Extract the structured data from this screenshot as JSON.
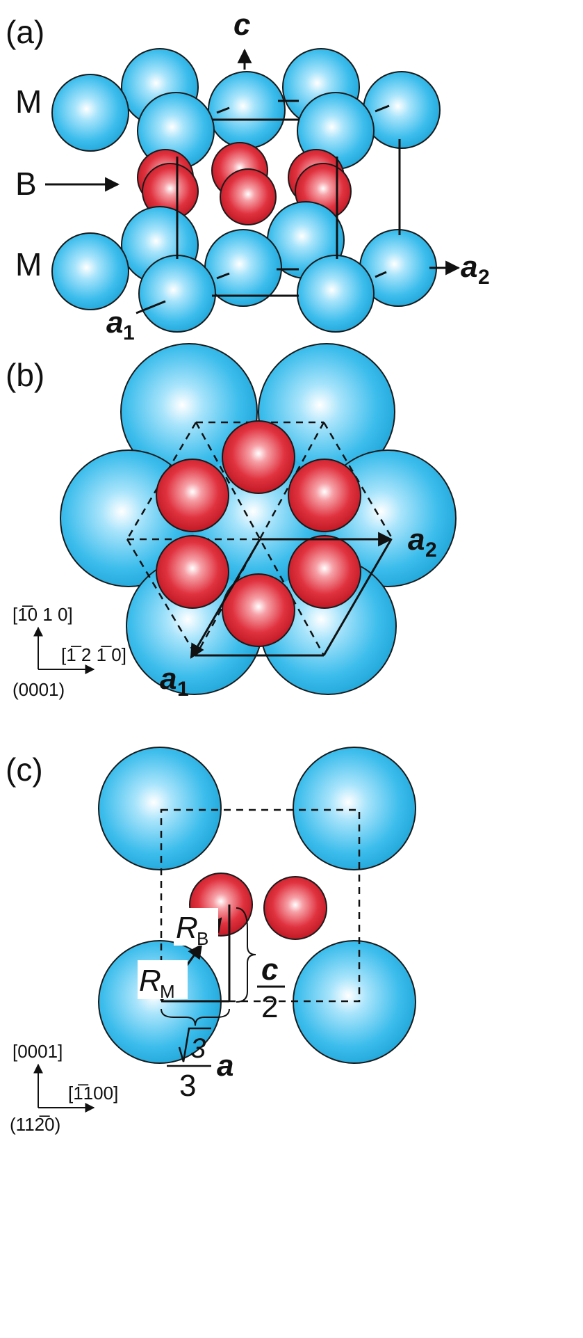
{
  "panels": {
    "a": {
      "label": "(a)",
      "layer_M_top": "M",
      "layer_B": "B",
      "layer_M_bottom": "M",
      "axis_c": "c",
      "axis_a1": "a",
      "axis_a1_sub": "1",
      "axis_a2": "a",
      "axis_a2_sub": "2"
    },
    "b": {
      "label": "(b)",
      "axis_a1": "a",
      "axis_a1_sub": "1",
      "axis_a2": "a",
      "axis_a2_sub": "2",
      "dir_up": "[1̅0 1 0]",
      "dir_right": "[1̅ 2 1̅ 0]",
      "plane": "(0001)"
    },
    "c": {
      "label": "(c)",
      "r_b": "R",
      "r_b_sub": "B",
      "r_m": "R",
      "r_m_sub": "M",
      "half_c_num": "c",
      "half_c_den": "2",
      "sqrt_arg": "3",
      "frac_den": "3",
      "a_symbol": "a",
      "dir_up": "[0001]",
      "dir_right": "[1̅100]",
      "plane": "(112̅0)"
    }
  },
  "colors": {
    "metal_atom": "#2fb6e8",
    "boron_atom": "#d8202e",
    "outline": "#1a1a1a"
  }
}
